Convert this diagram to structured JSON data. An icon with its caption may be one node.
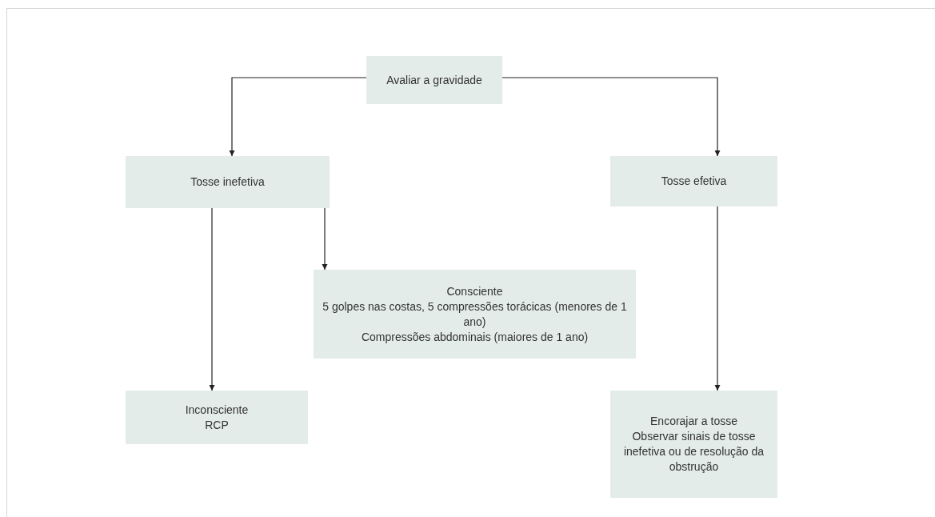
{
  "diagram": {
    "nodes": [
      {
        "text": [
          "Avaliar a gravidade"
        ]
      },
      {
        "text": [
          "Tosse inefetiva"
        ]
      },
      {
        "text": [
          "Tosse efetiva"
        ]
      },
      {
        "text": [
          "Consciente",
          "5 golpes nas costas, 5 compressões torácicas (menores de 1 ano)",
          "Compressões abdominais (maiores de 1 ano)"
        ]
      },
      {
        "text": [
          "Inconsciente",
          "RCP"
        ]
      },
      {
        "text": [
          "Encorajar a tosse",
          "Observar sinais de tosse inefetiva ou de resolução da obstrução"
        ]
      }
    ],
    "edges": [
      {
        "from": 0,
        "to": 1,
        "arrow": "to"
      },
      {
        "from": 0,
        "to": 2,
        "arrow": "to"
      },
      {
        "from": 1,
        "to": 3,
        "arrow": "to"
      },
      {
        "from": 1,
        "to": 4,
        "arrow": "to"
      },
      {
        "from": 2,
        "to": 5,
        "arrow": "to"
      }
    ]
  }
}
